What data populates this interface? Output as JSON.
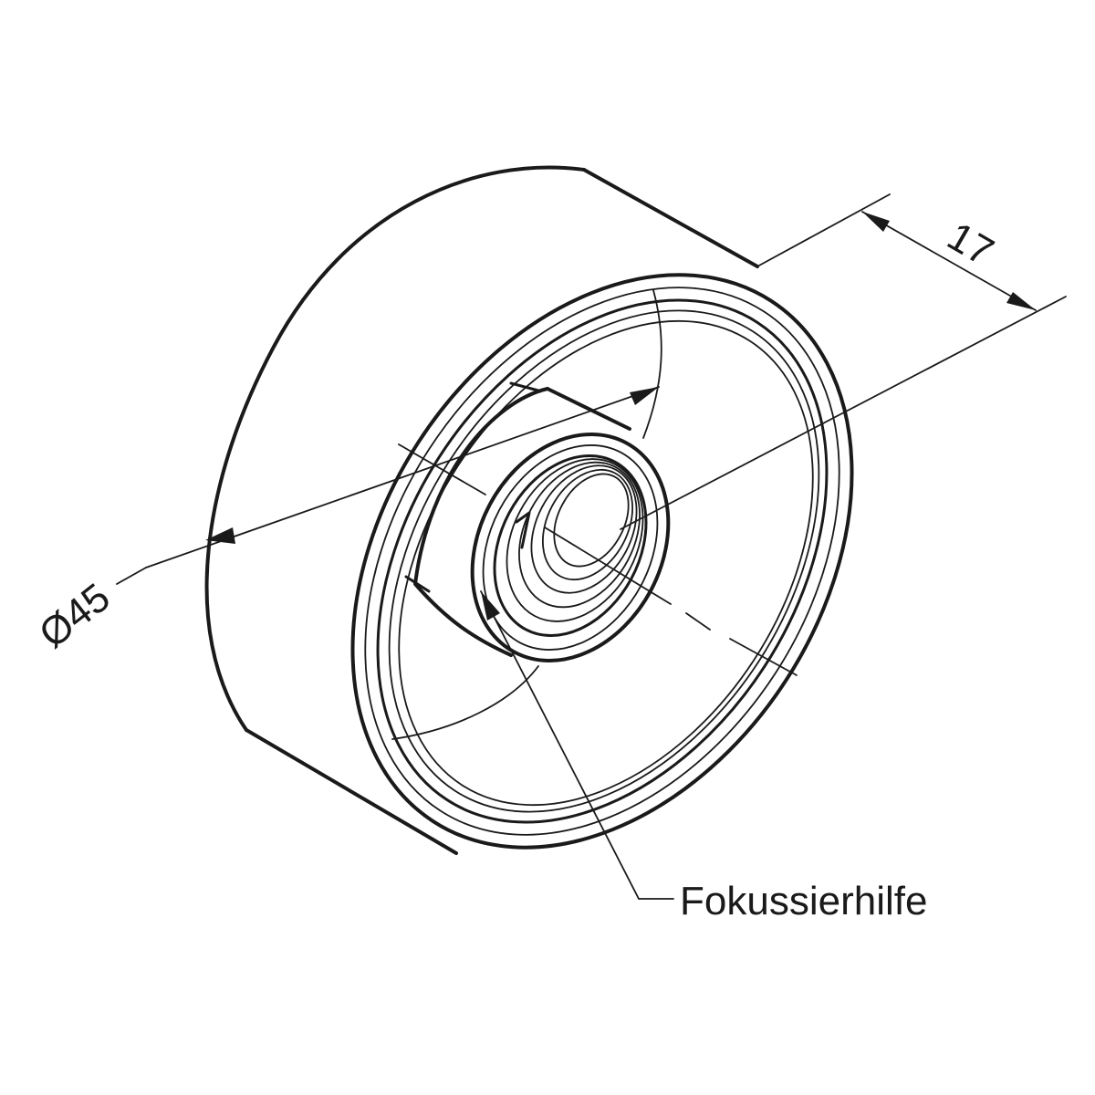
{
  "dimensions": {
    "diameter": "Ø45",
    "length": "17"
  },
  "callout": {
    "label": "Fokussierhilfe"
  },
  "colors": {
    "line": "#1a1a1a",
    "background": "#ffffff"
  }
}
